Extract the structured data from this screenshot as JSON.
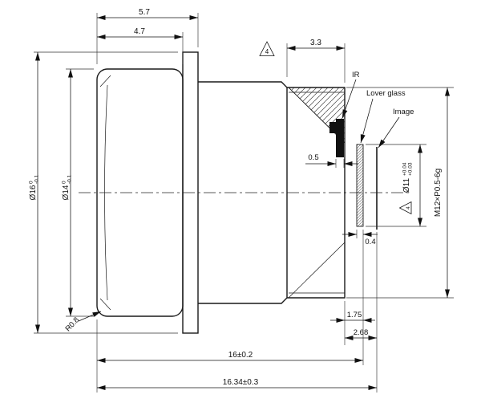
{
  "drawing": {
    "labels": {
      "ir": "IR",
      "cover_glass": "Lover glass",
      "image": "Image"
    },
    "note_flag": "4",
    "dims": {
      "front_total": "5.7",
      "front_body": "4.7",
      "thread_length": "3.3",
      "ir_thickness": "0.5",
      "glass_thickness": "0.4",
      "glass_offset": "1.75",
      "image_offset": "2.68",
      "length_mech": "16±0.2",
      "length_total": "16.34±0.3",
      "corner_radius": "R0.8",
      "flange_od": {
        "main": "Ø16",
        "upper": "0",
        "lower": "-0.1"
      },
      "body_od": {
        "main": "Ø14",
        "upper": "0",
        "lower": "-0.1"
      },
      "bore_od": {
        "main": "Ø11",
        "upper": "+0.04",
        "lower": "+0.03"
      },
      "thread_spec": "M12×P0.5-6g"
    }
  }
}
